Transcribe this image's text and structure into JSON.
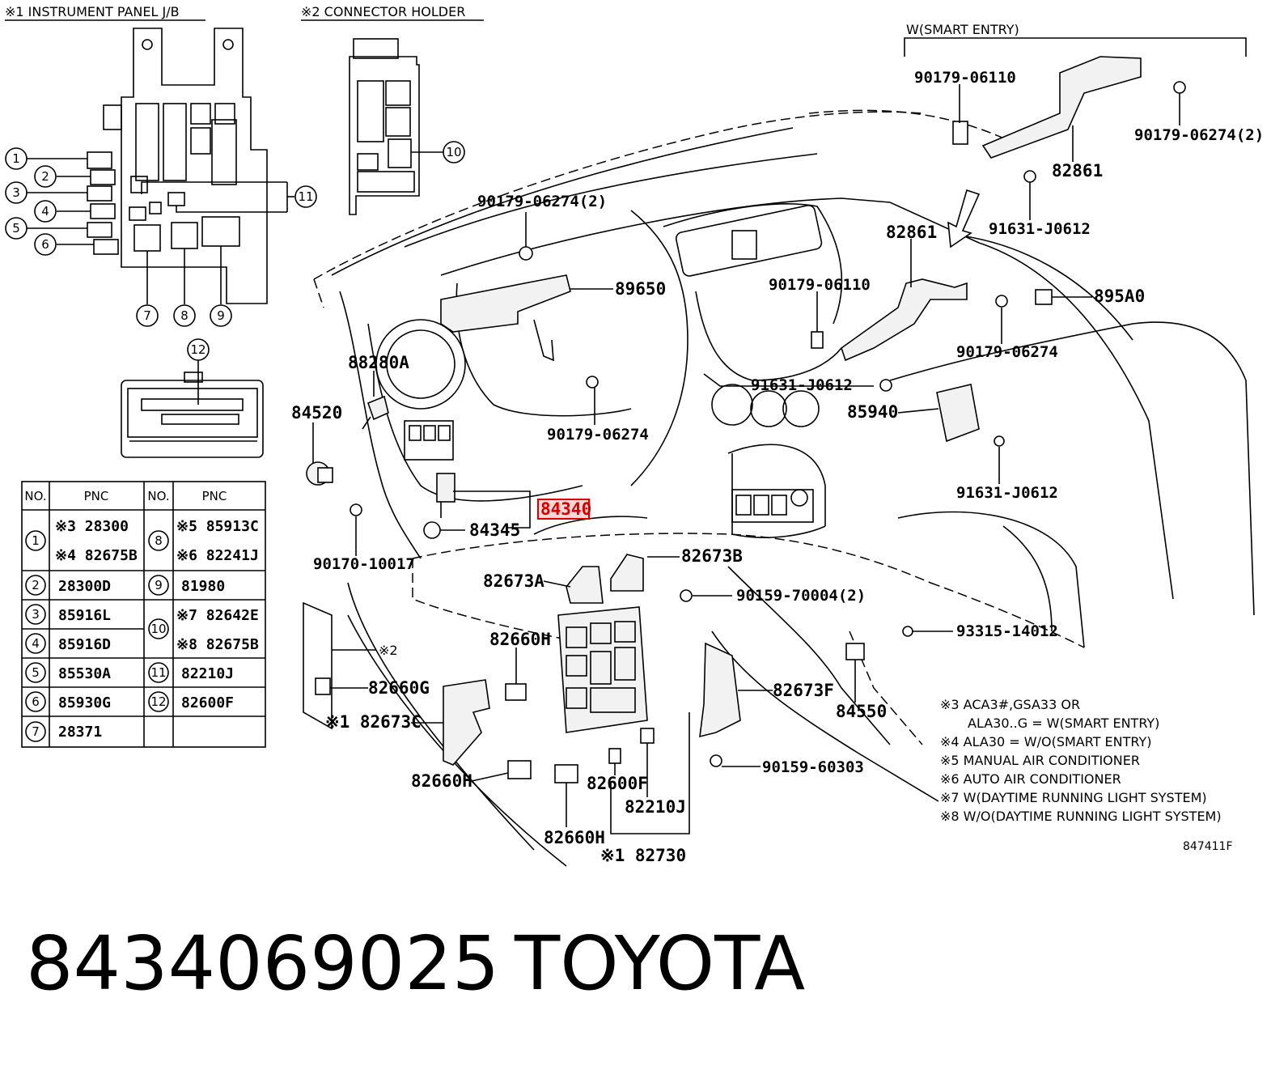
{
  "insets": {
    "instrument_panel_jb": "※1 INSTRUMENT PANEL J/B",
    "connector_holder": "※2 CONNECTOR HOLDER",
    "smart_entry": "W(SMART ENTRY)"
  },
  "callouts": [
    "1",
    "2",
    "3",
    "4",
    "5",
    "6",
    "7",
    "8",
    "9",
    "10",
    "11",
    "12"
  ],
  "labels": {
    "p90179_06110_a": "90179-06110",
    "p90179_06274_2a": "90179-06274(2)",
    "p82861_a": "82861",
    "p91631_J0612_a": "91631-J0612",
    "p82861_b": "82861",
    "p895A0": "895A0",
    "p90179_06274_2b": "90179-06274(2)",
    "p89650": "89650",
    "p90179_06110_b": "90179-06110",
    "p90179_06274_a": "90179-06274",
    "p88280A": "88280A",
    "p91631_J0612_b": "91631-J0612",
    "p85940": "85940",
    "p84520": "84520",
    "p90179_06274_b": "90179-06274",
    "p91631_J0612_c": "91631-J0612",
    "p84340": "84340",
    "p84345": "84345",
    "p82673B": "82673B",
    "p90170_10017": "90170-10017",
    "p82673A": "82673A",
    "p90159_70004": "90159-70004(2)",
    "p82660H_a": "82660H",
    "p93315_14012": "93315-14012",
    "p2": "※2",
    "p82660G": "82660G",
    "p82673F": "82673F",
    "p84550": "84550",
    "p82673C": "※1 82673C",
    "p90159_60303": "90159-60303",
    "p82660H_b": "82660H",
    "p82600F": "82600F",
    "p82210J": "82210J",
    "p82660H_c": "82660H",
    "p82730": "※1 82730"
  },
  "notes": [
    "※3 ACA3#,GSA33 OR",
    "ALA30..G = W(SMART ENTRY)",
    "※4 ALA30 = W/O(SMART ENTRY)",
    "※5 MANUAL AIR CONDITIONER",
    "※6 AUTO AIR CONDITIONER",
    "※7 W(DAYTIME RUNNING LIGHT SYSTEM)",
    "※8 W/O(DAYTIME RUNNING LIGHT SYSTEM)"
  ],
  "diagram_code": "847411F",
  "table": {
    "headers": [
      "NO.",
      "PNC",
      "NO.",
      "PNC"
    ],
    "left": [
      {
        "no": "1",
        "items": [
          "※3 28300",
          "※4 82675B"
        ]
      },
      {
        "no": "2",
        "items": [
          "28300D"
        ]
      },
      {
        "no": "3",
        "items": [
          "85916L"
        ]
      },
      {
        "no": "4",
        "items": [
          "85916D"
        ]
      },
      {
        "no": "5",
        "items": [
          "85530A"
        ]
      },
      {
        "no": "6",
        "items": [
          "85930G"
        ]
      },
      {
        "no": "7",
        "items": [
          "28371"
        ]
      }
    ],
    "right": [
      {
        "no": "8",
        "items": [
          "※5 85913C",
          "※6 82241J"
        ]
      },
      {
        "no": "9",
        "items": [
          "81980"
        ]
      },
      {
        "no": "10",
        "items": [
          "※7 82642E",
          "※8 82675B"
        ]
      },
      {
        "no": "11",
        "items": [
          "82210J"
        ]
      },
      {
        "no": "12",
        "items": [
          "82600F"
        ]
      }
    ]
  },
  "footer": {
    "part_number": "8434069025",
    "brand": "TOYOTA"
  },
  "colors": {
    "highlight_fill": "#ffd6d6",
    "highlight_stroke": "#d40000",
    "line": "#000000"
  }
}
